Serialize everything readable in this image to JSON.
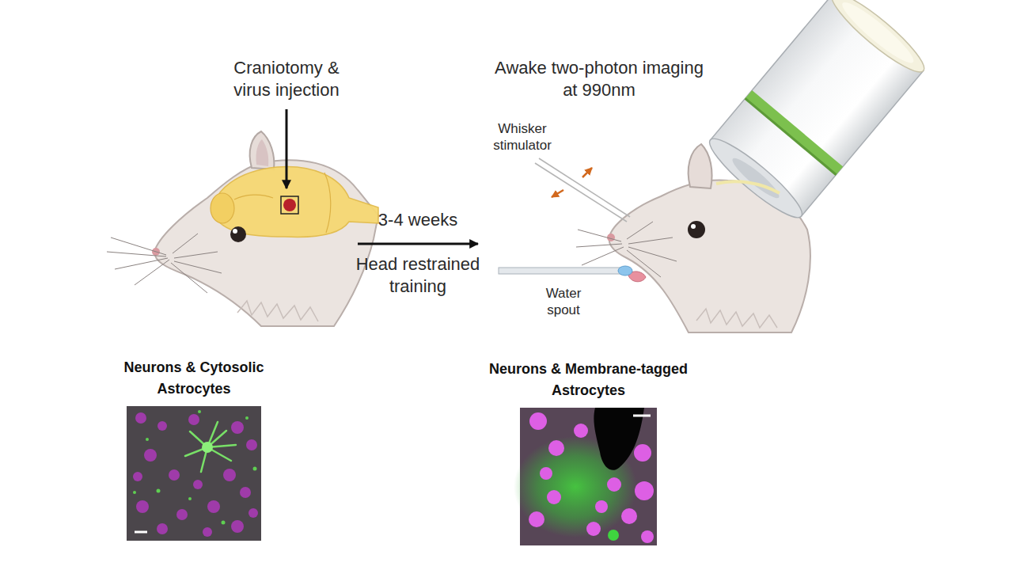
{
  "diagram": {
    "nodes": [
      {
        "text": [
          "Neurons & Cytosolic Astrocytes"
        ]
      },
      {
        "text": [
          "Neurons & Membrane-tagged Astrocytes"
        ]
      }
    ],
    "labels": [
      "Craniotomy & virus injection",
      "3-4 weeks",
      "Head restrained training",
      "Awake two-photon imaging at 990nm",
      "Whisker stimulator",
      "Water spout"
    ]
  }
}
